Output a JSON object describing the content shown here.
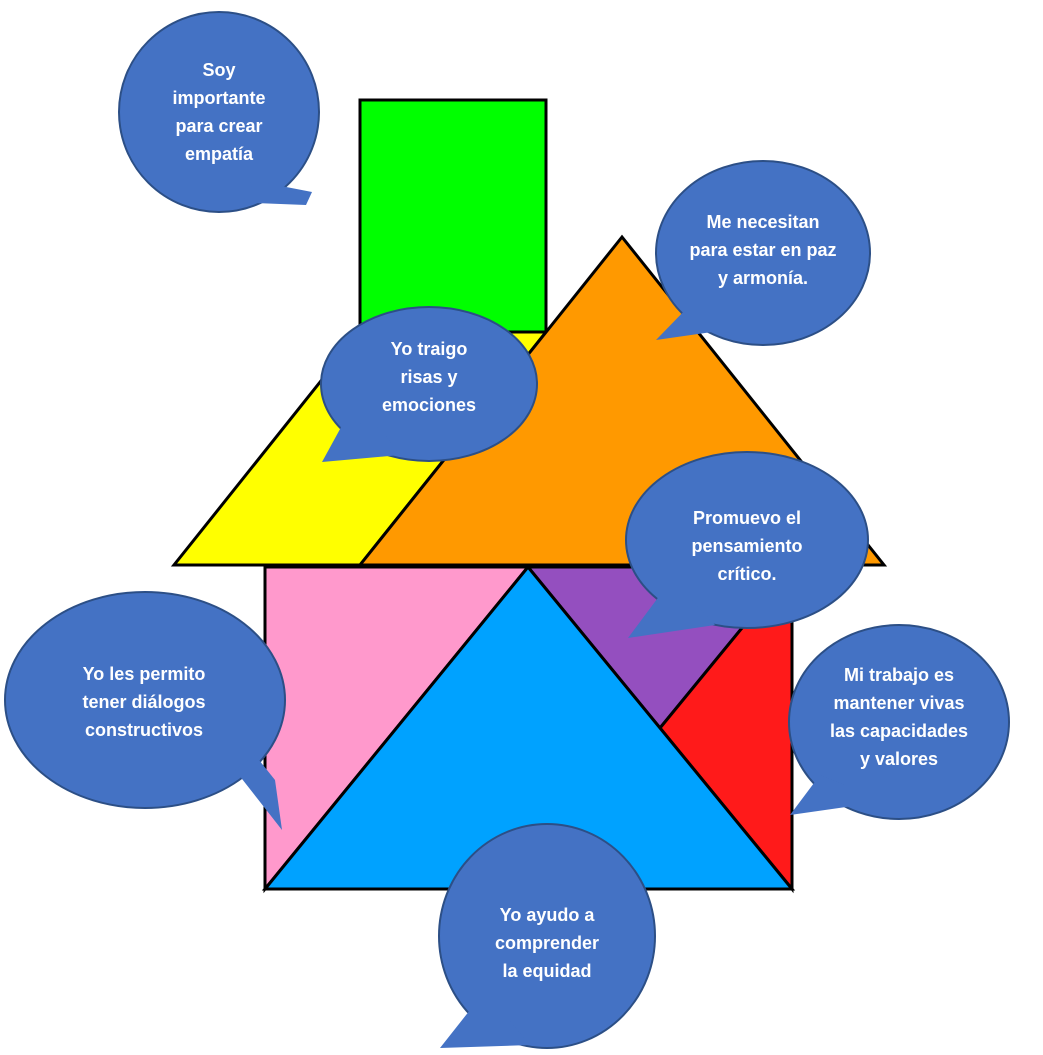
{
  "colors": {
    "chimney": "#00ff00",
    "yellow_piece": "#ffff00",
    "orange_piece": "#ff9900",
    "pink_piece": "#ff99cc",
    "purple_piece": "#944fbf",
    "red_piece": "#ff1a1a",
    "blue_piece": "#00a2ff",
    "bubble_fill": "#4472c4",
    "bubble_text": "#ffffff"
  },
  "bubbles": [
    {
      "id": "empathy",
      "text": "Soy\nimportante\npara crear\nempatía"
    },
    {
      "id": "peace",
      "text": "Me necesitan\npara estar en paz\ny armonía."
    },
    {
      "id": "laughter",
      "text": "Yo traigo\nrisas y\nemociones"
    },
    {
      "id": "critical-thinking",
      "text": "Promuevo el\npensamiento\ncrítico."
    },
    {
      "id": "dialogue",
      "text": "Yo les permito\ntener diálogos\nconstructivos"
    },
    {
      "id": "values",
      "text": "Mi trabajo es\nmantener vivas\nlas capacidades\ny valores"
    },
    {
      "id": "equity",
      "text": "Yo ayudo a\ncomprender\nla equidad"
    }
  ]
}
